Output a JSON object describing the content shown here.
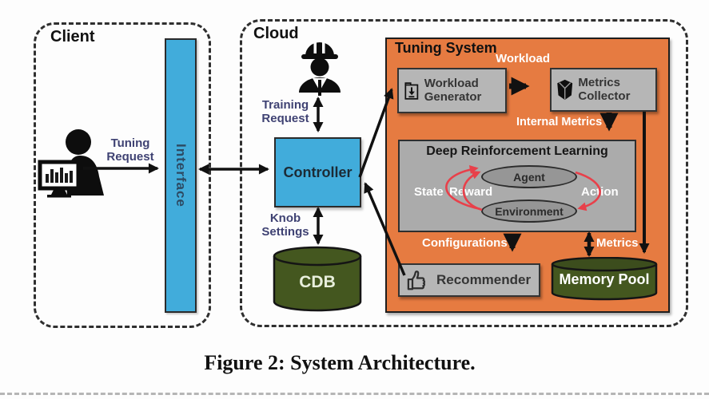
{
  "figure": {
    "caption": "Figure 2: System Architecture."
  },
  "client": {
    "title": "Client",
    "tuning_request_label": "Tuning Request",
    "interface_label": "Interface"
  },
  "cloud": {
    "title": "Cloud",
    "training_request_label": "Training Request",
    "controller_label": "Controller",
    "knob_settings_label": "Knob Settings",
    "cdb_label": "CDB"
  },
  "tuning_system": {
    "title": "Tuning System",
    "workload_generator_label": "Workload Generator",
    "workload_label": "Workload",
    "metrics_collector_label": "Metrics Collector",
    "internal_metrics_label": "Internal Metrics",
    "drl": {
      "title": "Deep Reinforcement Learning",
      "agent_label": "Agent",
      "environment_label": "Environment",
      "state_label": "State",
      "reward_label": "Reward",
      "action_label": "Action"
    },
    "configurations_label": "Configurations",
    "recommender_label": "Recommender",
    "metrics_label": "Metrics",
    "memory_pool_label": "Memory Pool"
  },
  "colors": {
    "accent_blue": "#41ACDB",
    "accent_orange": "#E67B41",
    "dark_green": "#44571F",
    "box_gray": "#B6B6B6",
    "label_blue": "#3F4273",
    "arrow_red": "#E8404A",
    "arrow_black": "#111111"
  }
}
